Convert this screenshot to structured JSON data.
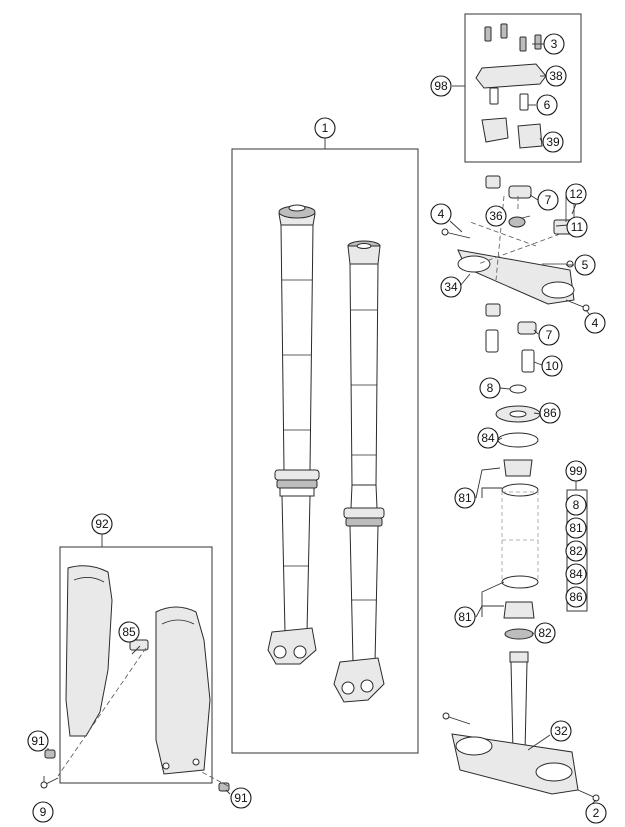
{
  "callouts": [
    {
      "id": "c1",
      "label": "1"
    },
    {
      "id": "c2",
      "label": "2"
    },
    {
      "id": "c3",
      "label": "3"
    },
    {
      "id": "c4a",
      "label": "4"
    },
    {
      "id": "c4b",
      "label": "4"
    },
    {
      "id": "c5",
      "label": "5"
    },
    {
      "id": "c6",
      "label": "6"
    },
    {
      "id": "c7a",
      "label": "7"
    },
    {
      "id": "c7b",
      "label": "7"
    },
    {
      "id": "c8",
      "label": "8"
    },
    {
      "id": "c8k",
      "label": "8"
    },
    {
      "id": "c9",
      "label": "9"
    },
    {
      "id": "c10",
      "label": "10"
    },
    {
      "id": "c11",
      "label": "11"
    },
    {
      "id": "c12",
      "label": "12"
    },
    {
      "id": "c32",
      "label": "32"
    },
    {
      "id": "c34",
      "label": "34"
    },
    {
      "id": "c36",
      "label": "36"
    },
    {
      "id": "c38",
      "label": "38"
    },
    {
      "id": "c39",
      "label": "39"
    },
    {
      "id": "c81a",
      "label": "81"
    },
    {
      "id": "c81b",
      "label": "81"
    },
    {
      "id": "c81k",
      "label": "81"
    },
    {
      "id": "c82",
      "label": "82"
    },
    {
      "id": "c82k",
      "label": "82"
    },
    {
      "id": "c84",
      "label": "84"
    },
    {
      "id": "c84k",
      "label": "84"
    },
    {
      "id": "c85",
      "label": "85"
    },
    {
      "id": "c86",
      "label": "86"
    },
    {
      "id": "c86k",
      "label": "86"
    },
    {
      "id": "c91a",
      "label": "91"
    },
    {
      "id": "c91b",
      "label": "91"
    },
    {
      "id": "c92",
      "label": "92"
    },
    {
      "id": "c98",
      "label": "98"
    },
    {
      "id": "c99",
      "label": "99"
    }
  ]
}
